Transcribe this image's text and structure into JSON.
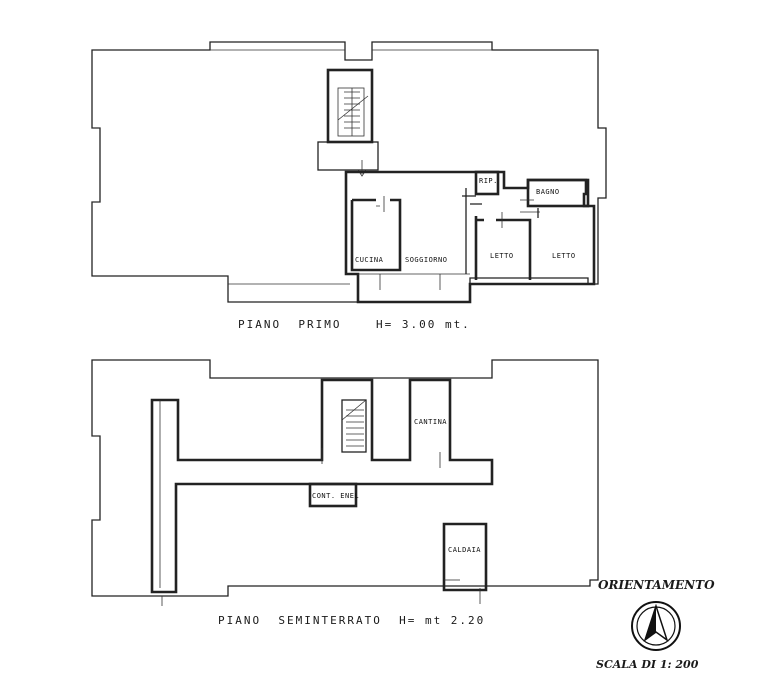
{
  "floor1": {
    "caption": "PIANO  PRIMO    H= 3.00 mt.",
    "rooms": {
      "rip": "RIP.",
      "bagno": "BAGNO",
      "cucina": "CUCINA",
      "soggiorno": "SOGGIORNO",
      "letto1": "LETTO",
      "letto2": "LETTO"
    }
  },
  "basement": {
    "caption": "PIANO  SEMINTERRATO  H= mt 2.20",
    "rooms": {
      "cantina": "CANTINA",
      "cont_enel": "CONT. ENEL",
      "caldaia": "CALDAIA"
    }
  },
  "legend": {
    "orientation": "ORIENTAMENTO",
    "scale": "SCALA DI 1: 200"
  }
}
